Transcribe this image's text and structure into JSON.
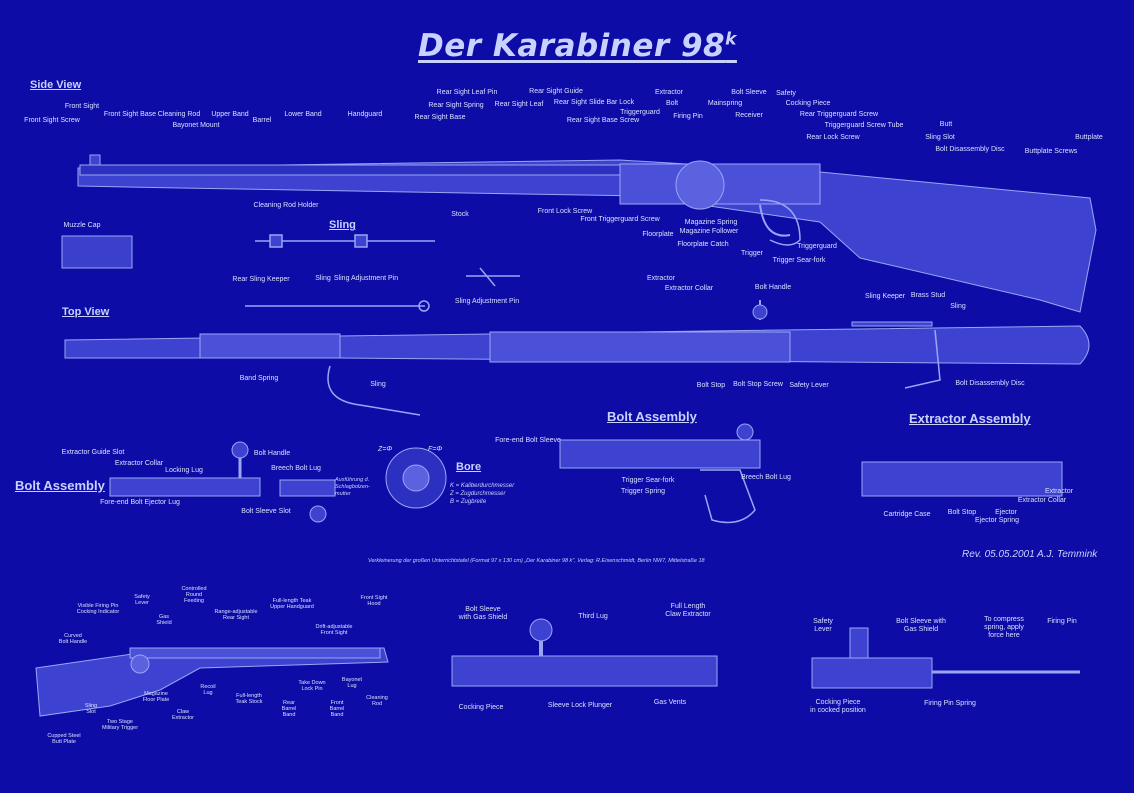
{
  "title": {
    "main": "Der Karabiner 98",
    "sup": "k"
  },
  "sections": {
    "side_view": "Side View",
    "top_view": "Top View",
    "sling": "Sling",
    "bolt_assembly_left": "Bolt Assembly",
    "bolt_assembly_center": "Bolt Assembly",
    "extractor_assembly": "Extractor Assembly",
    "bore": "Bore"
  },
  "revision": "Rev. 05.05.2001 A.J. Temmink",
  "credit": "Verkleinerung der großen Unterrichtstafel (Format 97 x 130 cm) „Der Karabiner 98 k\",   Verlag: R.Eisenschmidt, Berlin NW7,  Mittelstraße 18",
  "bore_legend": "K = Kaliberdurchmesser\nZ = Zugdurchmesser\nB = Zugbreite",
  "bore_side": "Ausführung d.\nSchlagbolzen-\nmutter",
  "bore_marks": {
    "z": "Z=Φ",
    "f": "F=Φ"
  },
  "labels": {
    "side": [
      "Front Sight",
      "Front Sight Screw",
      "Front Sight Base",
      "Cleaning Rod",
      "Bayonet Mount",
      "Upper Band",
      "Barrel",
      "Lower Band",
      "Handguard",
      "Rear Sight Leaf Pin",
      "Rear Sight Spring",
      "Rear Sight Base",
      "Rear Sight Guide",
      "Rear Sight Leaf",
      "Rear Sight Slide Bar Lock",
      "Rear Sight Base Screw",
      "Extractor",
      "Bolt",
      "Triggerguard",
      "Firing Pin",
      "Mainspring",
      "Bolt Sleeve",
      "Safety",
      "Receiver",
      "Cocking Piece",
      "Rear Triggerguard Screw",
      "Triggerguard Screw Tube",
      "Rear Lock Screw",
      "Butt",
      "Sling Slot",
      "Bolt Disassembly Disc",
      "Buttplate",
      "Buttplate Screws",
      "Cleaning Rod Holder",
      "Stock",
      "Front Lock Screw",
      "Front Triggerguard Screw",
      "Magazine Spring",
      "Magazine Follower",
      "Floorplate",
      "Floorplate Catch",
      "Triggerguard",
      "Trigger",
      "Trigger Sear-fork"
    ],
    "sling": [
      "Muzzle Cap",
      "Rear Sling Keeper",
      "Sling",
      "Sling Adjustment Pin",
      "Sling Adjustment Pin"
    ],
    "top": [
      "Extractor",
      "Extractor Collar",
      "Bolt Handle",
      "Sling Keeper",
      "Brass Stud",
      "Sling",
      "Band Spring",
      "Bolt Stop",
      "Bolt Stop Screw",
      "Safety Lever",
      "Bolt Disassembly Disc",
      "Sling"
    ],
    "bolt_left": [
      "Extractor Guide Slot",
      "Extractor Collar",
      "Locking Lug",
      "Bolt Handle",
      "Breech Bolt Lug",
      "Fore-end Bolt Ejector Lug",
      "Bolt Sleeve Slot"
    ],
    "bolt_center": [
      "Fore-end Bolt Sleeve",
      "Trigger Sear-fork",
      "Trigger Spring",
      "Breech Bolt Lug"
    ],
    "extractor": [
      "Cartridge Case",
      "Bolt Stop",
      "Ejector",
      "Ejector Spring",
      "Extractor",
      "Extractor Collar"
    ],
    "bottom_left": [
      "Visible Firing Pin\nCocking Indicator",
      "Safety\nLever",
      "Gas\nShield",
      "Controlled\nRound\nFeeding",
      "Range-adjustable\nRear Sight",
      "Full-length Teak\nUpper Handguard",
      "Front Sight\nHood",
      "Drift-adjustable\nFront Sight",
      "Curved\nBolt Handle",
      "Magazine\nFloor Plate",
      "Recoil\nLug",
      "Full-length\nTeak Stock",
      "Take Down\nLock Pin",
      "Bayonet\nLug",
      "Rear\nBarrel\nBand",
      "Front\nBarrel\nBand",
      "Cleaning\nRod",
      "Sling\nSlot",
      "Claw\nExtractor",
      "Two Stage\nMilitary Trigger",
      "Cupped Steel\nButt Plate"
    ],
    "bottom_center": [
      "Bolt Sleeve\nwith Gas Shield",
      "Third Lug",
      "Full Length\nClaw Extractor",
      "Cocking Piece",
      "Sleeve Lock Plunger",
      "Gas Vents"
    ],
    "bottom_right": [
      "Safety\nLever",
      "Bolt Sleeve with\nGas Shield",
      "To compress\nspring, apply\nforce here",
      "Firing Pin",
      "Cocking Piece\nin cocked position",
      "Firing Pin Spring"
    ]
  },
  "colors": {
    "background": "#0d0ca6",
    "ink": "#d9e0ff",
    "drawing": "#8f9cf0",
    "fill": "#3d42d0"
  }
}
